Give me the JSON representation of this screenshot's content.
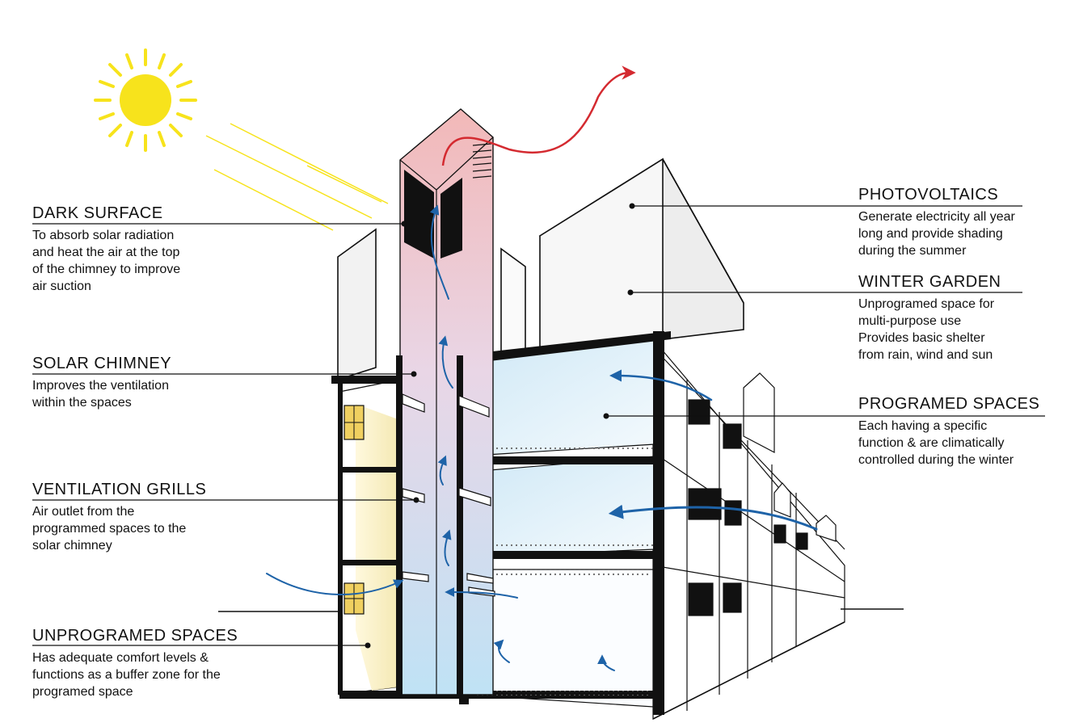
{
  "labels": {
    "dark_surface": {
      "title": "DARK SURFACE",
      "desc": "To absorb solar radiation\nand heat the air at the top\nof the chimney to improve\nair suction"
    },
    "solar_chimney": {
      "title": "SOLAR CHIMNEY",
      "desc": "Improves the ventilation\nwithin the spaces"
    },
    "ventilation_grills": {
      "title": "VENTILATION GRILLS",
      "desc": "Air outlet from the\nprogrammed spaces to the\nsolar chimney"
    },
    "unprogramed_spaces": {
      "title": "UNPROGRAMED SPACES",
      "desc": "Has adequate comfort levels &\nfunctions as a buffer zone for the\nprogramed space"
    },
    "photovoltaics": {
      "title": "PHOTOVOLTAICS",
      "desc": "Generate electricity all year\nlong and provide shading\nduring the summer"
    },
    "winter_garden": {
      "title": "WINTER GARDEN",
      "desc": "Unprogramed space for\nmulti-purpose use\nProvides basic shelter\nfrom rain, wind and sun"
    },
    "programed_spaces": {
      "title": "PROGRAMED SPACES",
      "desc": "Each having a specific\nfunction & are climatically\ncontrolled during the winter"
    }
  },
  "colors": {
    "sun": "#f7e31c",
    "hot_air": "#d42a30",
    "airflow": "#1e63a8",
    "chimney_top": "#f2b8b8",
    "chimney_bottom": "#bfe2f5",
    "glass": "#dff0fa",
    "buffer": "#f5eab2",
    "line": "#111111"
  }
}
